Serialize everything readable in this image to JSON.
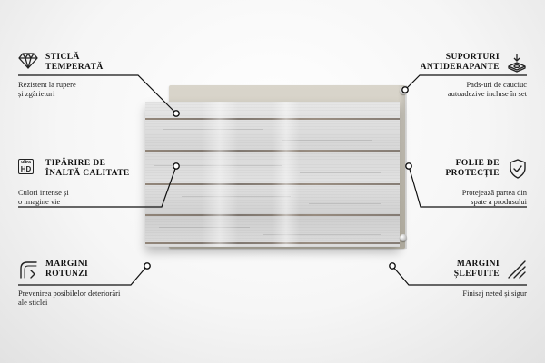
{
  "features": {
    "tempered_glass": {
      "title_line1": "STICLĂ",
      "title_line2": "TEMPERATĂ",
      "desc_line1": "Rezistent la rupere",
      "desc_line2": "și zgârieturi",
      "icon": "diamond-icon"
    },
    "print_quality": {
      "title_line1": "TIPĂRIRE DE",
      "title_line2": "ÎNALTĂ CALITATE",
      "desc_line1": "Culori intense și",
      "desc_line2": "o imagine vie",
      "icon": "ultra-hd-icon",
      "icon_small": "ultra",
      "icon_big": "HD"
    },
    "rounded_edges": {
      "title_line1": "MARGINI",
      "title_line2": "ROTUNZI",
      "desc_line1": "Prevenirea posibilelor deteriorări",
      "desc_line2": "ale sticlei",
      "icon": "rounded-corner-icon"
    },
    "anti_slip": {
      "title_line1": "SUPORTURI",
      "title_line2": "ANTIDERAPANTE",
      "desc_line1": "Pads-uri de cauciuc",
      "desc_line2": "autoadezive incluse în set",
      "icon": "anti-slip-pad-icon"
    },
    "protective_foil": {
      "title_line1": "FOLIE DE",
      "title_line2": "PROTECȚIE",
      "desc_line1": "Protejează partea din",
      "desc_line2": "spate a produsului",
      "icon": "shield-check-icon"
    },
    "polished_edges": {
      "title_line1": "MARGINI",
      "title_line2": "ȘLEFUITE",
      "desc_line1": "Finisaj neted și sigur",
      "icon": "polished-edge-icon"
    }
  },
  "colors": {
    "line": "#111111",
    "text": "#111111",
    "background": "#f6f6f6"
  }
}
